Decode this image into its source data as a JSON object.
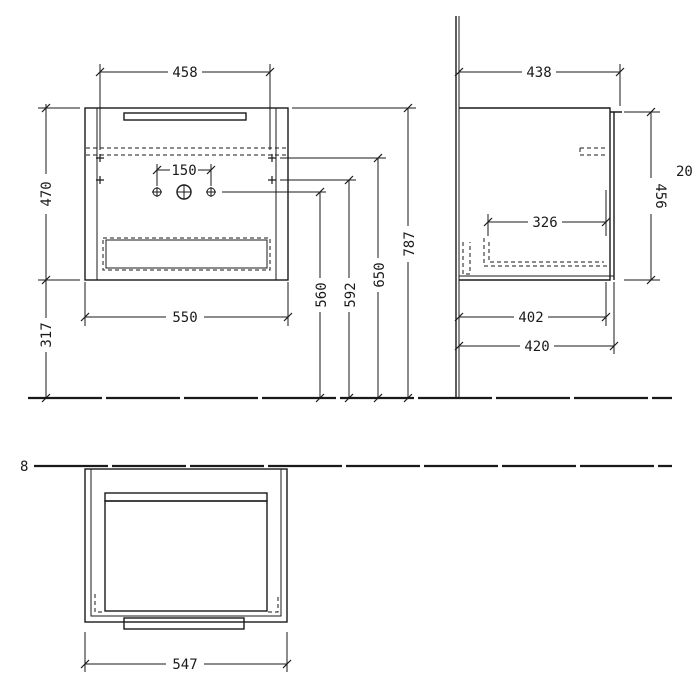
{
  "dimensions": {
    "front": {
      "top_hole_spacing": "458",
      "center_hole_spacing": "150",
      "cabinet_width": "550",
      "cabinet_height": "470",
      "floor_clearance": "317",
      "height_560": "560",
      "height_592": "592",
      "height_650": "650",
      "height_787": "787"
    },
    "side": {
      "top_depth": "438",
      "inner_depth": "326",
      "depth_402": "402",
      "depth_420": "420",
      "height_456": "456",
      "cut_label": "20"
    },
    "top": {
      "width": "547",
      "cut_label": "8"
    }
  }
}
